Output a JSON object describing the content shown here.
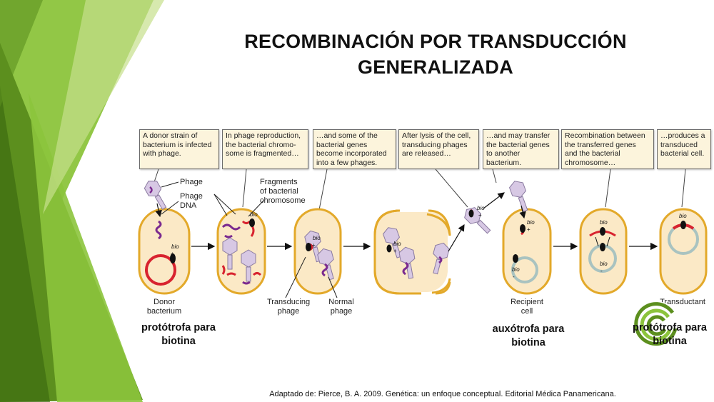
{
  "title": {
    "line1": "RECOMBINACIÓN POR TRANSDUCCIÓN",
    "line2": "GENERALIZADA"
  },
  "callouts": [
    "A donor strain of bacterium is infected with phage.",
    "In phage reproduction, the bacterial chromo-some is fragmented…",
    "…and some of the bacterial genes become incorporated into a few phages.",
    "After lysis of the cell, transducing phages are released…",
    "…and may transfer the bacterial genes to another bacterium.",
    "Recombination between the transferred genes and the bacterial chromosome…",
    "…produces a transduced bacterial cell."
  ],
  "labels": {
    "phage": "Phage",
    "phage_dna_1": "Phage",
    "phage_dna_2": "DNA",
    "fragments_1": "Fragments",
    "fragments_2": "of bacterial",
    "fragments_3": "chromosome",
    "donor_1": "Donor",
    "donor_2": "bacterium",
    "transducing_1": "Transducing",
    "transducing_2": "phage",
    "normal_1": "Normal",
    "normal_2": "phage",
    "recipient_1": "Recipient",
    "recipient_2": "cell",
    "transductant": "Transductant"
  },
  "gene": {
    "name": "bio",
    "plus": "+",
    "minus": "-"
  },
  "notes": {
    "donor_1": "protótrofa para",
    "donor_2": "biotina",
    "recipient_1": "auxótrofa para",
    "recipient_2": "biotina",
    "transductant_1": "protótrofa para",
    "transductant_2": "biotina"
  },
  "source": "Adaptado de: Pierce, B. A. 2009. Genética: un enfoque conceptual. Editorial Médica Panamericana.",
  "colors": {
    "green_dark": "#5c8f1e",
    "green_mid": "#8cc43c",
    "green_light": "#c6e08c",
    "cell_fill": "#fbe9c6",
    "cell_border": "#e3a92a",
    "callout_fill": "#fcf4dc",
    "chromosome_red": "#d8232f",
    "chromosome_gray": "#a9c3c0",
    "phage_fill": "#d7c8e4",
    "phage_dna": "#7b2a8f",
    "gene_black": "#111111"
  },
  "icons": {
    "logo": "green-concentric-arc-logo"
  }
}
